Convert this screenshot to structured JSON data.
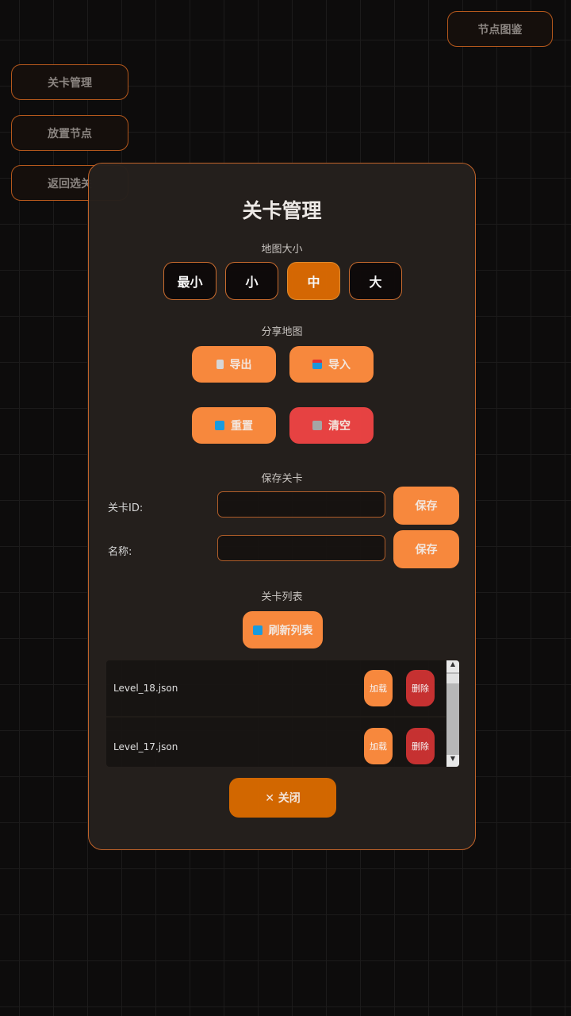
{
  "top_button": "节点图鉴",
  "side_menu": [
    "关卡管理",
    "放置节点",
    "返回选关"
  ],
  "modal": {
    "title": "关卡管理",
    "map_size": {
      "label": "地图大小",
      "options": [
        "最小",
        "小",
        "中",
        "大"
      ],
      "selected": "中"
    },
    "share": {
      "label": "分享地图",
      "export": "导出",
      "import": "导入",
      "reset": "重置",
      "clear": "清空"
    },
    "save": {
      "label": "保存关卡",
      "id_label": "关卡ID:",
      "id_value": "",
      "name_label": "名称:",
      "name_value": "",
      "save_button": "保存"
    },
    "list": {
      "label": "关卡列表",
      "refresh": "刷新列表",
      "items": [
        {
          "name": "Level_18.json"
        },
        {
          "name": "Level_17.json"
        }
      ],
      "load": "加载",
      "delete": "删除"
    },
    "close": "✕ 关闭"
  },
  "colors": {
    "accent": "#ff8c3f",
    "selected": "#db6a03",
    "danger": "#ee4444",
    "border": "#c7662a"
  }
}
